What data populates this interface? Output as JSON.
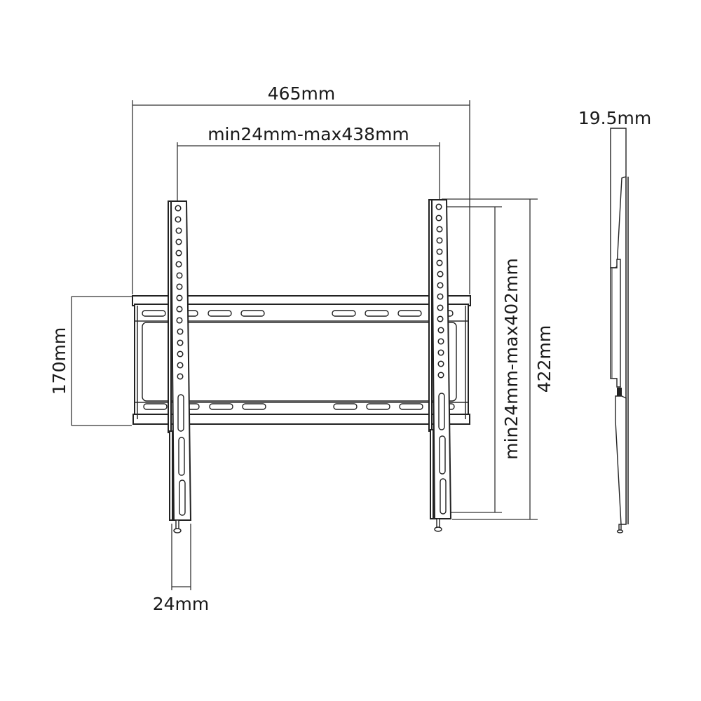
{
  "diagram": {
    "title": "Fixed TV wall mount dimension drawing",
    "dimensions": {
      "overall_width": "465mm",
      "horizontal_range": "min24mm-max438mm",
      "wall_plate_height": "170mm",
      "vertical_range": "min24mm-max402mm",
      "overall_height": "422mm",
      "arm_width": "24mm",
      "profile_depth": "19.5mm"
    },
    "views": [
      {
        "name": "front-view",
        "parts": [
          "wall-plate",
          "left-vertical-arm",
          "right-vertical-arm"
        ]
      },
      {
        "name": "side-profile-view",
        "parts": [
          "wall-plate-profile",
          "arm-profile",
          "safety-screw"
        ]
      }
    ],
    "colors": {
      "line": "#222222",
      "background": "#ffffff"
    }
  }
}
